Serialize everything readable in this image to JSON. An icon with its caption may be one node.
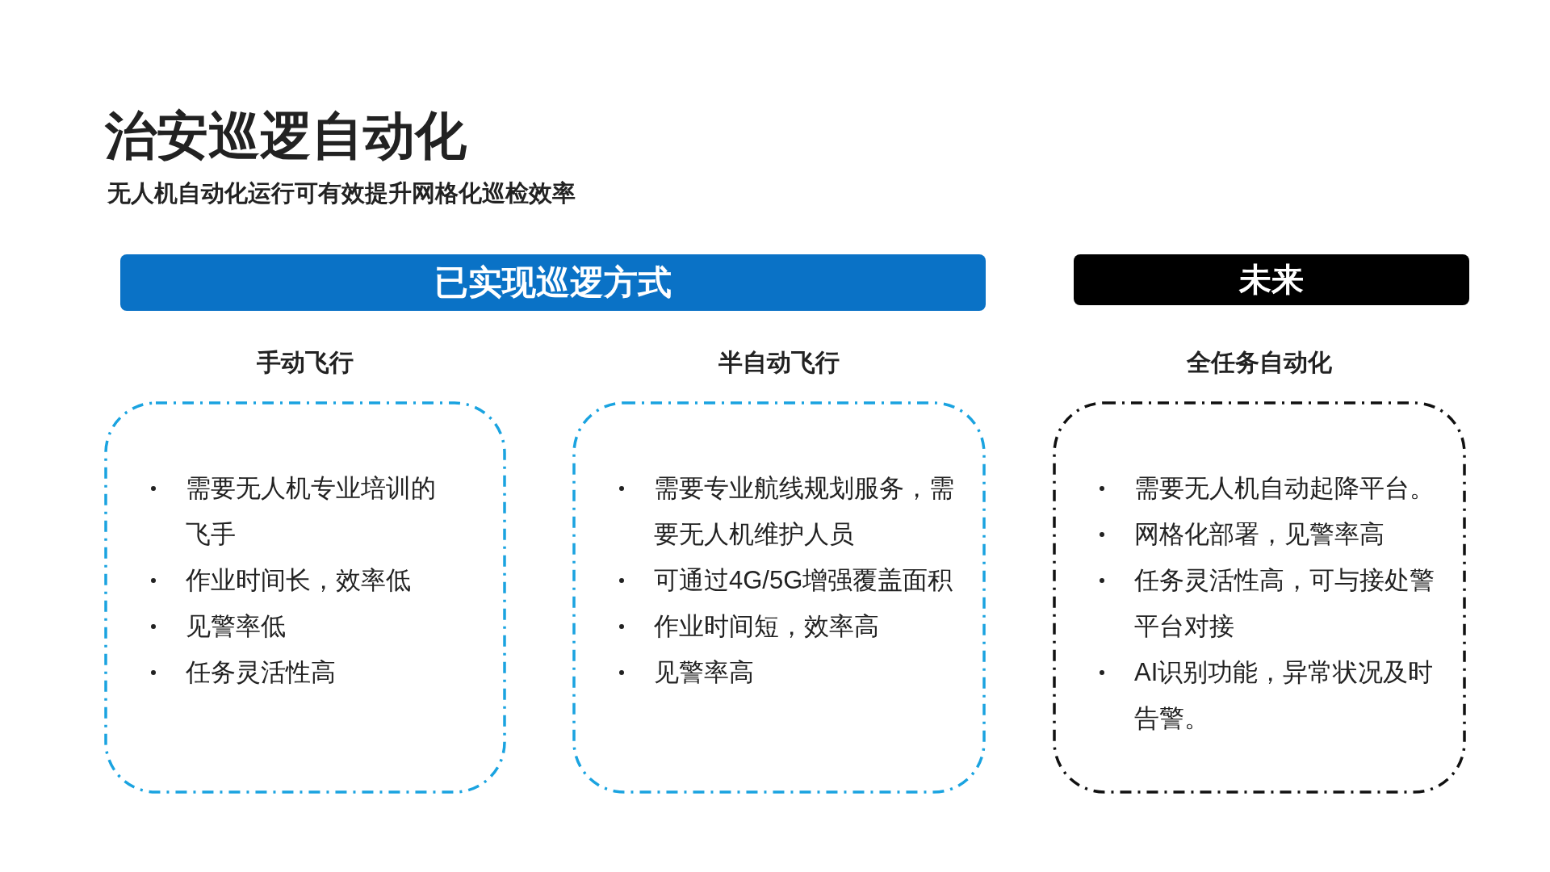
{
  "diagram": {
    "title": "治安巡逻自动化",
    "nodes": [
      {
        "text": [
          "已实现巡逻方式"
        ]
      },
      {
        "text": [
          "未来"
        ]
      },
      {
        "text": [
          "手动飞行",
          "需要无人机专业培训的飞手",
          "作业时间长，效率低",
          "见警率低",
          "任务灵活性高"
        ]
      },
      {
        "text": [
          "半自动飞行",
          "需要专业航线规划服务，需要无人机维护人员",
          "可通过4G/5G增强覆盖面积",
          "作业时间短，效率高",
          "见警率高"
        ]
      },
      {
        "text": [
          "全任务自动化",
          "需要无人机自动起降平台。",
          "网格化部署，见警率高",
          "任务灵活性高，可与接处警平台对接",
          "AI识别功能，异常状况及时告警。"
        ]
      }
    ],
    "labels": [
      "无人机自动化运行可有效提升网格化巡检效率"
    ]
  }
}
